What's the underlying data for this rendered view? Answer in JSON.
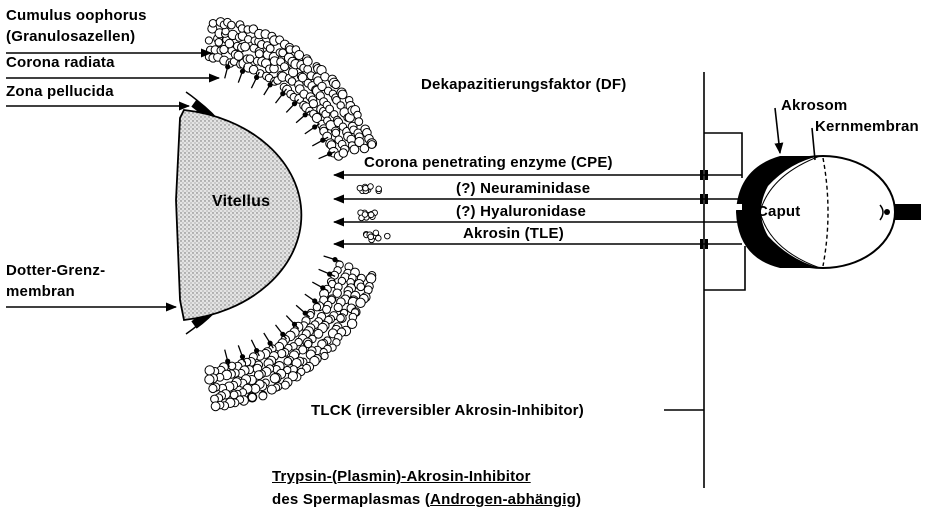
{
  "labels": {
    "cumulus_line1": "Cumulus oophorus",
    "cumulus_line2": "(Granulosazellen)",
    "corona_radiata": "Corona radiata",
    "zona_pellucida": "Zona pellucida",
    "dotter_line1": "Dotter-Grenz-",
    "dotter_line2": "membran",
    "vitellus": "Vitellus",
    "dekapazitierungsfaktor": "Dekapazitierungsfaktor (DF)",
    "akrosom": "Akrosom",
    "kernmembran": "Kernmembran",
    "caput": "Caput",
    "cpe": "Corona penetrating enzyme (CPE)",
    "neuraminidase": "(?) Neuraminidase",
    "hyaluronidase": "(?) Hyaluronidase",
    "akrosin": "Akrosin (TLE)",
    "tlck": "TLCK (irreversibler Akrosin-Inhibitor)",
    "inhibitor_line1": "Trypsin-(Plasmin)-Akrosin-Inhibitor",
    "inhibitor_line2_prefix": "des Spermaplasmas (",
    "inhibitor_line2_underlined": "Androgen-abhängig",
    "inhibitor_line2_suffix": ")"
  },
  "colors": {
    "ink": "#000000",
    "vitellus_fill": "#d9d9d9",
    "background": "#ffffff"
  }
}
